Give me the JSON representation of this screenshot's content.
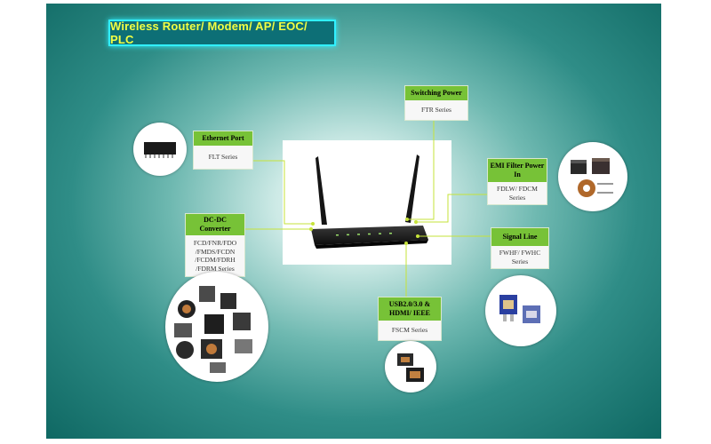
{
  "title": "Wireless Router/ Modem/ AP/ EOC/ PLC",
  "callouts": {
    "ethernet": {
      "heading": "Ethernet Port",
      "series": "FLT Series"
    },
    "switching": {
      "heading": "Switching Power",
      "series": "FTR Series"
    },
    "emi": {
      "heading": "EMI Filter Power In",
      "series": "FDLW/ FDCM Series"
    },
    "dcdc": {
      "heading": "DC-DC Converter",
      "series": "FCD/FNR/FDO /FMDS/FCDN /FCDM/FDRH /FDRM Series"
    },
    "signal": {
      "heading": "Signal Line",
      "series": "FWHF/ FWHC Series"
    },
    "usb": {
      "heading": "USB2.0/3.0 & HDMI/ IEEE",
      "series": "FSCM Series"
    }
  },
  "colors": {
    "heading_bg": "#77c237",
    "title_border": "#31f0ff",
    "title_text": "#f2ff44",
    "title_bg": "#0d6f76"
  },
  "icons": [
    "router-image",
    "ethernet-transformer-icon",
    "inductor-pair-icon",
    "power-inductor-cluster-icon",
    "common-mode-choke-icon",
    "smd-choke-icon"
  ]
}
